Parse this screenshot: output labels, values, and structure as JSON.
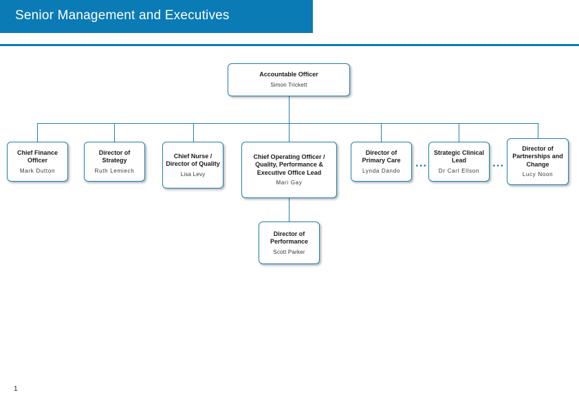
{
  "header": {
    "title": "Senior Management and Executives",
    "band_color": "#0a7bb5"
  },
  "page": {
    "number": "1"
  },
  "chart_data": {
    "type": "diagram",
    "title": "Senior Management and Executives",
    "accent_color": "#1f7fb0",
    "root": {
      "title": "Accountable Officer",
      "person": "Simon Trickett"
    },
    "nodes": [
      {
        "title": "Chief Finance Officer",
        "person": "Mark Dutton"
      },
      {
        "title": "Director of Strategy",
        "person": "Ruth Lemiech"
      },
      {
        "title": "Chief Nurse / Director of Quality",
        "person": "Lisa Levy"
      },
      {
        "title": "Chief Operating Officer / Quality, Performance & Executive Office Lead",
        "person": "Mari Gay"
      },
      {
        "title": "Director of Primary Care",
        "person": "Lynda Dando"
      },
      {
        "title": "Strategic Clinical Lead",
        "person": "Dr Carl Ellson"
      },
      {
        "title": "Director of Partnerships and Change",
        "person": "Lucy Noon"
      }
    ],
    "sub_nodes": [
      {
        "title": "Director of Performance",
        "person": "Scott Parker"
      }
    ],
    "separators": [
      "...",
      "..."
    ]
  }
}
